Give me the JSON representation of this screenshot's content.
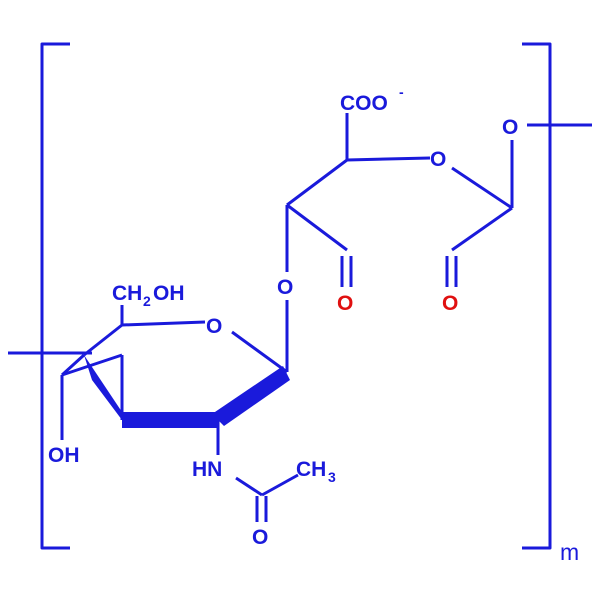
{
  "structure": {
    "labels": {
      "coo": "COO",
      "coo_charge": "-",
      "ch2oh_ch": "CH",
      "ch2oh_sub": "2",
      "ch2oh_oh": "OH",
      "ring_oxygen": "O",
      "glycosidic_oxygen": "O",
      "sialic_ring_oxygen": "O",
      "linker_oxygen": "O",
      "aldehyde_left": "O",
      "aldehyde_right": "O",
      "hydroxyl": "OH",
      "amide_nh": "HN",
      "methyl_ch": "CH",
      "methyl_sub": "3",
      "carbonyl_oxygen": "O",
      "repeat_index": "m"
    },
    "colors": {
      "bond": "#1a1adb",
      "heteroatom_highlight": "#e01010"
    }
  }
}
